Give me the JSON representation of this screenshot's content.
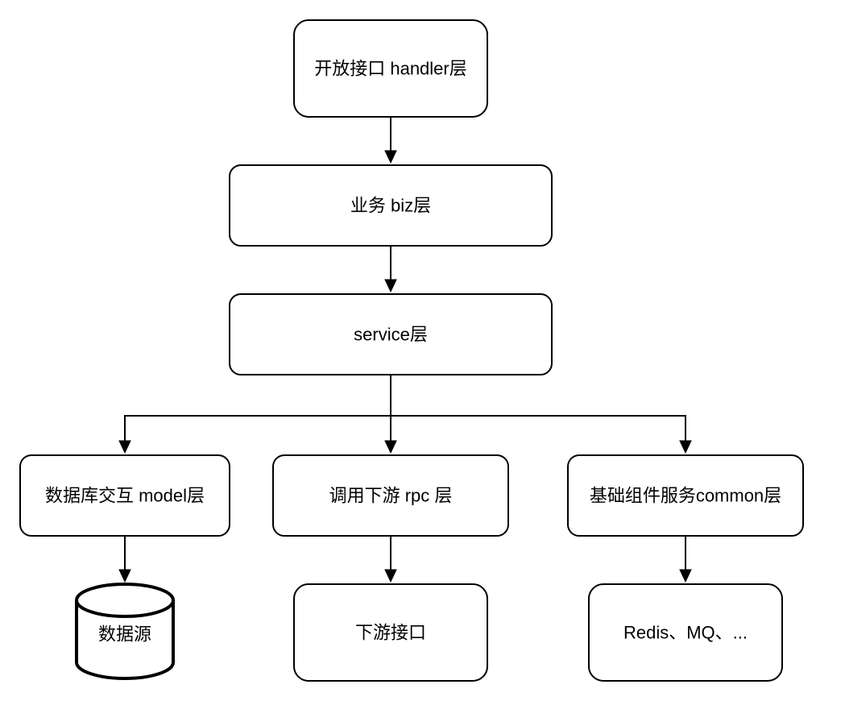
{
  "nodes": {
    "handler": {
      "label": "开放接口 handler层"
    },
    "biz": {
      "label": "业务 biz层"
    },
    "service": {
      "label": "service层"
    },
    "model": {
      "label": "数据库交互 model层"
    },
    "rpc": {
      "label": "调用下游 rpc 层"
    },
    "common": {
      "label": "基础组件服务common层"
    },
    "datasource": {
      "label": "数据源"
    },
    "downstream": {
      "label": "下游接口"
    },
    "middleware": {
      "label": "Redis、MQ、..."
    }
  }
}
